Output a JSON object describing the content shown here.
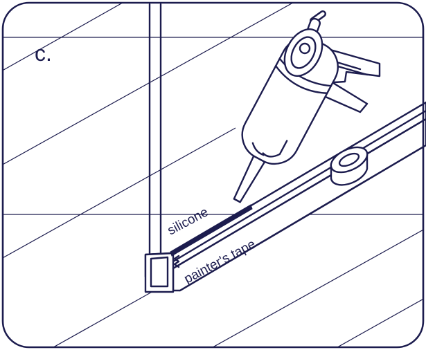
{
  "step_label": "c.",
  "labels": {
    "silicone": "silicone",
    "painters_tape": "painter's tape"
  },
  "colors": {
    "ink": "#1c1c4e",
    "background": "#ffffff"
  },
  "icons": [
    "caulking-gun-icon",
    "tape-roll-icon",
    "wall-tile-grid"
  ]
}
